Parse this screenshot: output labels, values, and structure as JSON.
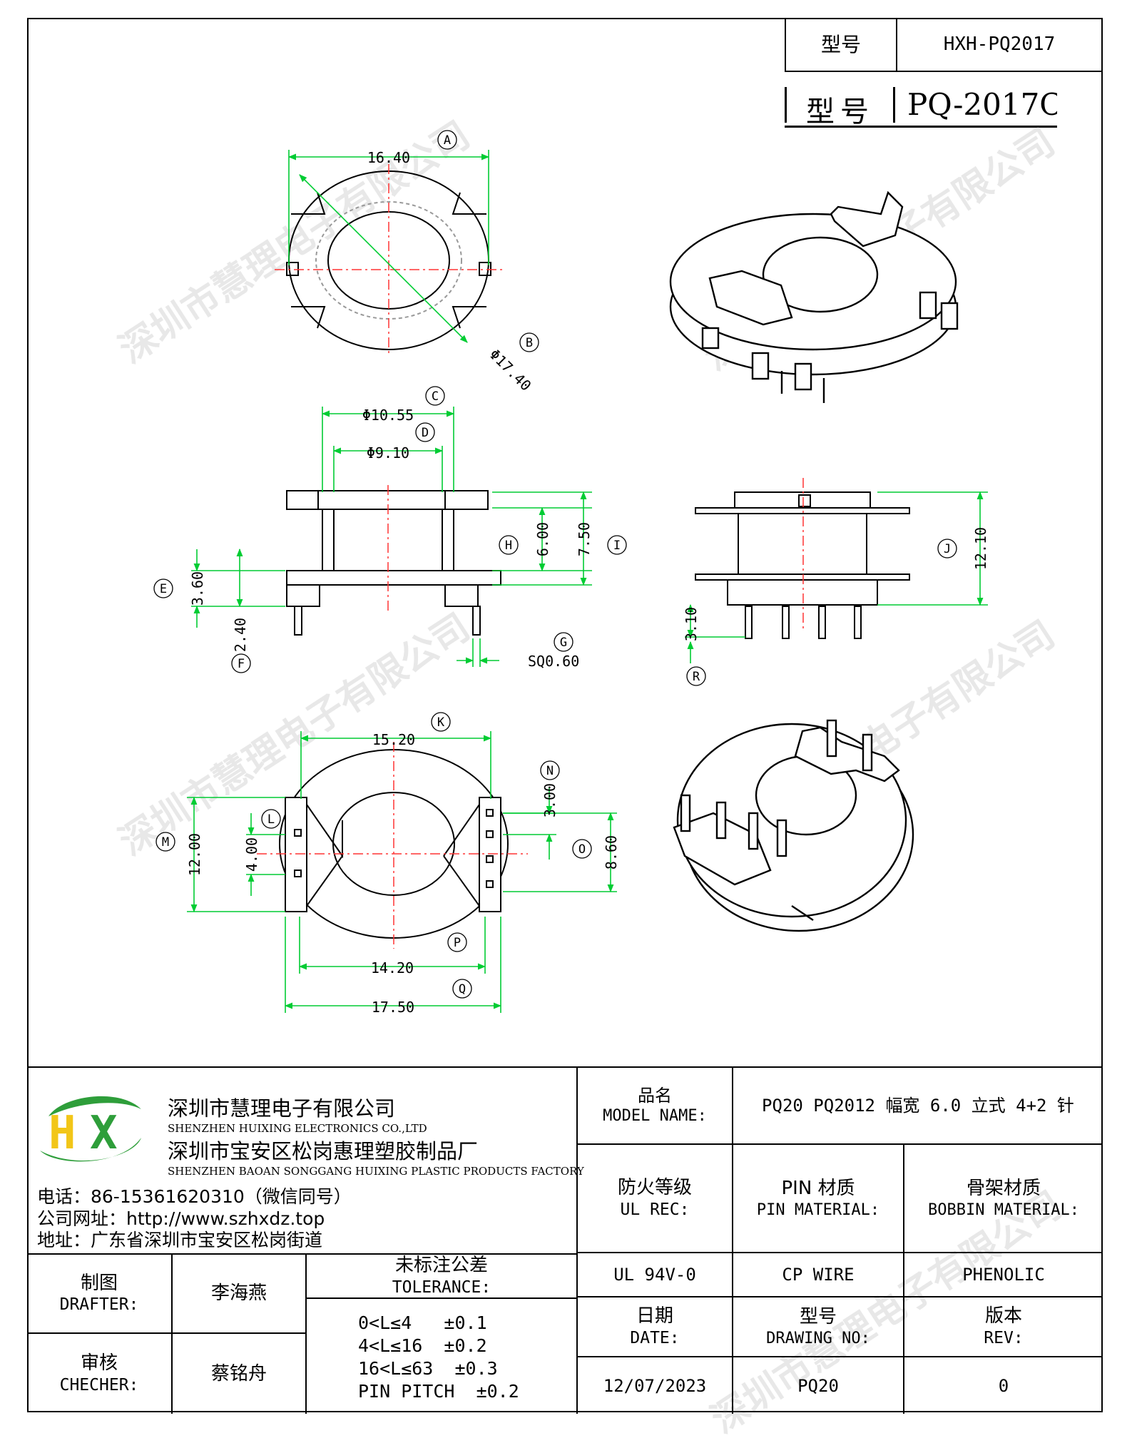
{
  "header": {
    "model_label": "型号",
    "model_value": "HXH-PQ2017",
    "stamp_label": "型号",
    "stamp_value": "PQ-2017C"
  },
  "watermark": "深圳市慧理电子有限公司",
  "drawing": {
    "line_color": "#000000",
    "dimension_color": "#00cc33",
    "centerline_color": "#ff3333",
    "top_view": {
      "dim_A": "16.40",
      "tag_A": "A",
      "dim_B": "Φ17.40",
      "tag_B": "B"
    },
    "front_view": {
      "dim_C": "Φ10.55",
      "tag_C": "C",
      "dim_D": "Φ9.10",
      "tag_D": "D",
      "dim_H": "6.00",
      "tag_H": "H",
      "dim_I": "7.50",
      "tag_I": "I",
      "dim_E": "3.60",
      "tag_E": "E",
      "dim_F": "2.40",
      "tag_F": "F",
      "dim_G": "SQ0.60",
      "tag_G": "G"
    },
    "side_view": {
      "dim_J": "12.10",
      "tag_J": "J",
      "dim_R": "3.10",
      "tag_R": "R"
    },
    "bottom_view": {
      "dim_K": "15.20",
      "tag_K": "K",
      "dim_L": "4.00",
      "tag_L": "L",
      "dim_M": "12.00",
      "tag_M": "M",
      "dim_N": "3.00",
      "tag_N": "N",
      "dim_O": "8.60",
      "tag_O": "O",
      "dim_P": "14.20",
      "tag_P": "P",
      "dim_Q": "17.50",
      "tag_Q": "Q"
    }
  },
  "company": {
    "name_cn": "深圳市慧理电子有限公司",
    "name_en": "SHENZHEN HUIXING ELECTRONICS CO.,LTD",
    "factory_cn": "深圳市宝安区松岗惠理塑胶制品厂",
    "factory_en": "SHENZHEN BAOAN SONGGANG HUIXING PLASTIC PRODUCTS FACTORY",
    "phone": "电话：86-15361620310（微信同号）",
    "website": "公司网址：http://www.szhxdz.top",
    "address": "地址：广东省深圳市宝安区松岗街道",
    "logo_text": "HX",
    "logo_green": "#2e9e3a",
    "logo_yellow": "#f2c618"
  },
  "title_block": {
    "model_name_cn": "品名",
    "model_name_en": "MODEL NAME:",
    "model_name_value": "PQ20 PQ2012 幅宽 6.0 立式 4+2 针",
    "ul_cn": "防火等级",
    "ul_en": "UL REC:",
    "pin_material_cn": "PIN 材质",
    "pin_material_en": "PIN MATERIAL:",
    "bobbin_material_cn": "骨架材质",
    "bobbin_material_en": "BOBBIN MATERIAL:",
    "ul_value": "UL 94V-0",
    "pin_value": "CP WIRE",
    "bobbin_value": "PHENOLIC",
    "drafter_cn": "制图",
    "drafter_en": "DRAFTER:",
    "drafter_name": "李海燕",
    "checker_cn": "审核",
    "checker_en": "CHECHER:",
    "checker_name": "蔡铭舟",
    "tolerance_cn": "未标注公差",
    "tolerance_en": "TOLERANCE:",
    "tolerance_rows": [
      "0<L≤4   ±0.1",
      "4<L≤16  ±0.2",
      "16<L≤63  ±0.3",
      "PIN PITCH  ±0.2"
    ],
    "date_cn": "日期",
    "date_en": "DATE:",
    "drawing_no_cn": "型号",
    "drawing_no_en": "DRAWING NO:",
    "rev_cn": "版本",
    "rev_en": "REV:",
    "date_value": "12/07/2023",
    "drawing_no_value": "PQ20",
    "rev_value": "0"
  }
}
